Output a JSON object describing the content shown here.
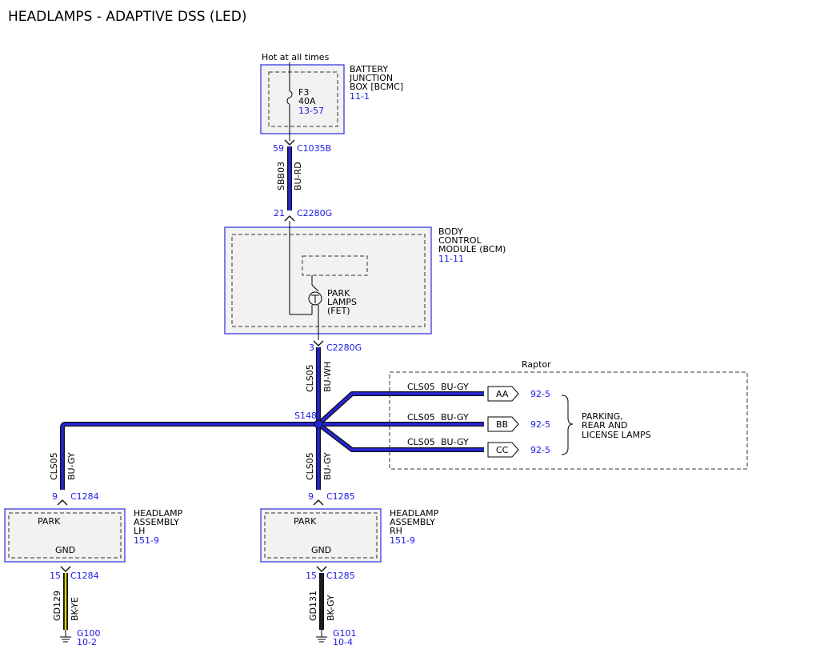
{
  "title": "HEADLAMPS - ADAPTIVE DSS (LED)",
  "battery_box": {
    "hot_label": "Hot at all times",
    "name_lines": [
      "BATTERY",
      "JUNCTION",
      "BOX [BCMC]"
    ],
    "ref": "11-1",
    "fuse_name": "F3",
    "fuse_rating": "40A",
    "fuse_ref": "13-57"
  },
  "wire_sbb03": {
    "top_pin": "59",
    "top_connector": "C1035B",
    "circuit": "SBB03",
    "color": "BU-RD",
    "bottom_pin": "21",
    "bottom_connector": "C2280G"
  },
  "bcm": {
    "name_lines": [
      "BODY",
      "CONTROL",
      "MODULE (BCM)"
    ],
    "ref": "11-11",
    "fet_lines": [
      "PARK",
      "LAMPS",
      "(FET)"
    ]
  },
  "wire_cls05_main": {
    "pin": "3",
    "connector": "C2280G",
    "circuit": "CLS05",
    "color": "BU-WH"
  },
  "splice": "S148",
  "raptor": {
    "label": "Raptor",
    "branches": [
      {
        "circuit": "CLS05",
        "color": "BU-GY",
        "tag": "AA",
        "ref": "92-5"
      },
      {
        "circuit": "CLS05",
        "color": "BU-GY",
        "tag": "BB",
        "ref": "92-5"
      },
      {
        "circuit": "CLS05",
        "color": "BU-GY",
        "tag": "CC",
        "ref": "92-5"
      }
    ],
    "dest_lines": [
      "PARKING,",
      "REAR AND",
      "LICENSE LAMPS"
    ]
  },
  "lh": {
    "circuit": "CLS05",
    "color": "BU-GY",
    "pin": "9",
    "connector": "C1284",
    "name_lines": [
      "HEADLAMP",
      "ASSEMBLY",
      "LH"
    ],
    "ref": "151-9",
    "park": "PARK",
    "gnd": "GND",
    "gnd_pin": "15",
    "gnd_connector": "C1284",
    "gnd_circuit": "GD129",
    "gnd_color": "BK-YE",
    "ground": "G100",
    "ground_ref": "10-2"
  },
  "rh": {
    "circuit": "CLS05",
    "color": "BU-GY",
    "pin": "9",
    "connector": "C1285",
    "name_lines": [
      "HEADLAMP",
      "ASSEMBLY",
      "RH"
    ],
    "ref": "151-9",
    "park": "PARK",
    "gnd": "GND",
    "gnd_pin": "15",
    "gnd_connector": "C1285",
    "gnd_circuit": "GD131",
    "gnd_color": "BK-GY",
    "ground": "G101",
    "ground_ref": "10-4"
  },
  "colors": {
    "wire_blue": "#2525d8",
    "ref_blue": "#1a1ae6",
    "box_border": "#3a3ae0",
    "box_fill": "#f2f2f2",
    "yellow": "#d8d800"
  }
}
